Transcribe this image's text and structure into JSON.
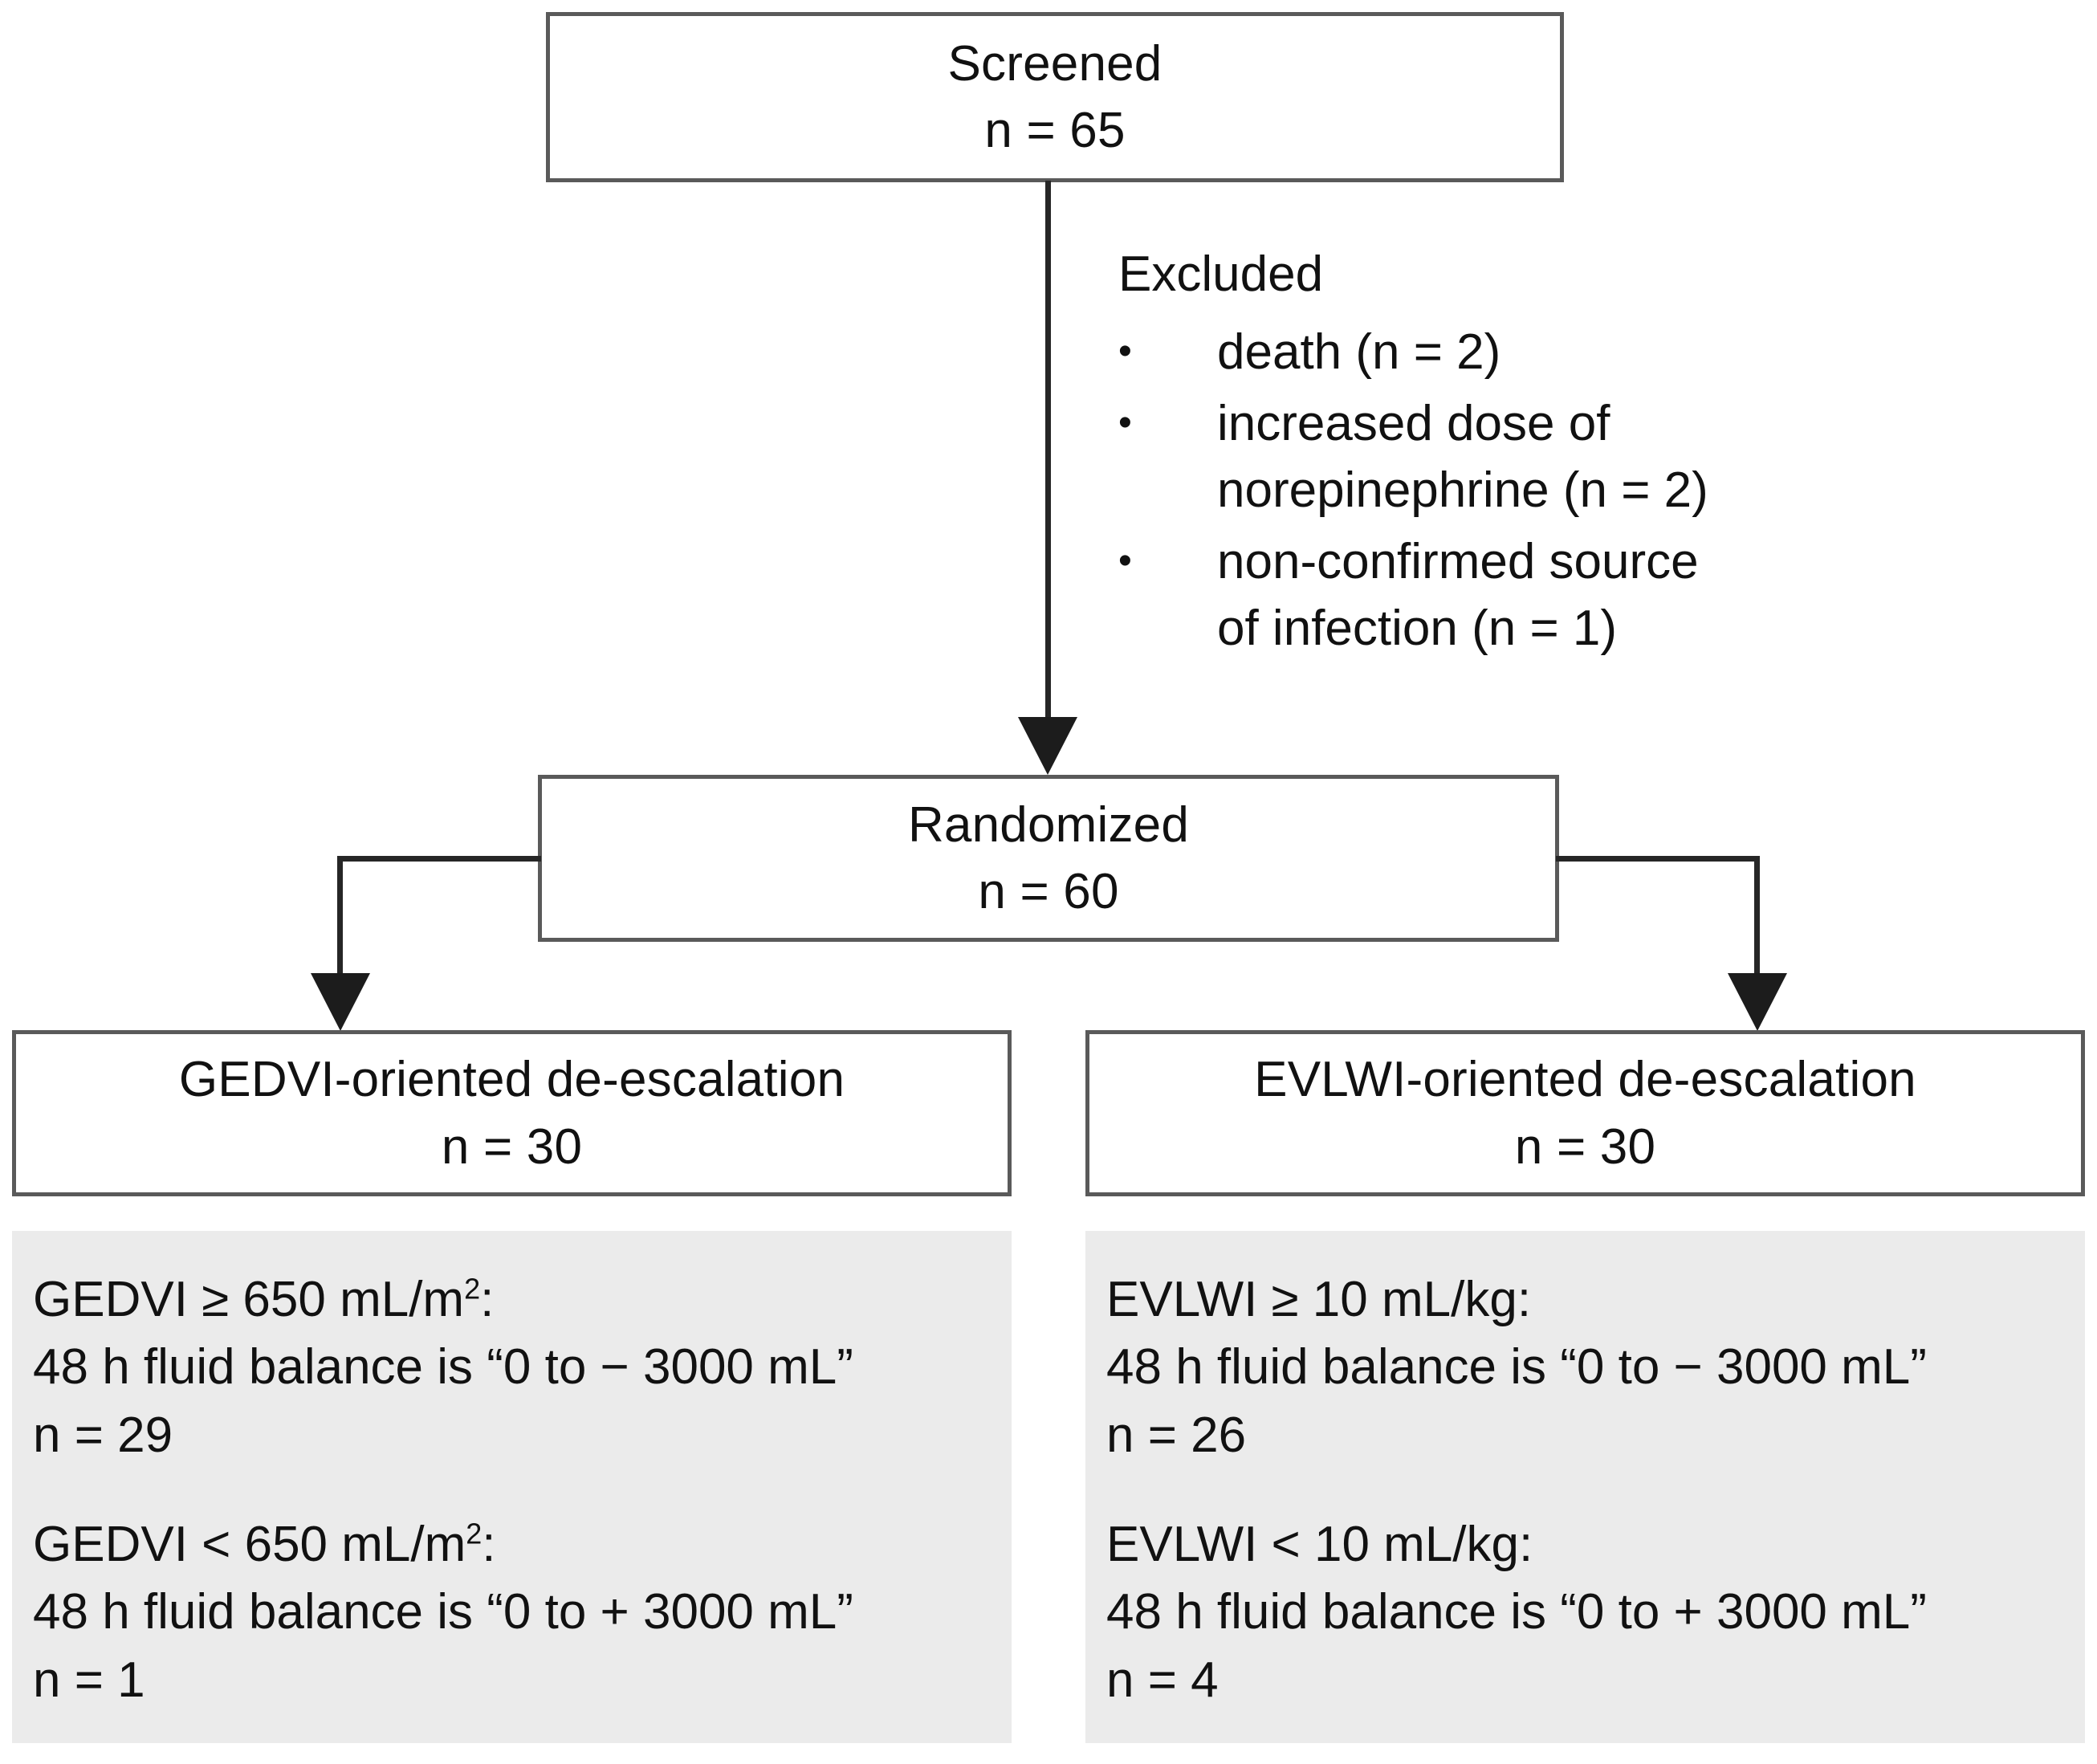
{
  "flow": {
    "screened": {
      "title": "Screened",
      "count": "n = 65"
    },
    "excluded": {
      "title": "Excluded",
      "bullet_glyph": "•",
      "items": [
        "death (n = 2)",
        "increased dose of\nnorepinephrine (n = 2)",
        "non-confirmed source\nof infection (n = 1)"
      ]
    },
    "randomized": {
      "title": "Randomized",
      "count": "n = 60"
    },
    "arms": [
      {
        "title": "GEDVI-oriented de-escalation",
        "count": "n = 30"
      },
      {
        "title": "EVLWI-oriented de-escalation",
        "count": "n = 30"
      }
    ],
    "details": [
      {
        "groups": [
          {
            "criterion_prefix": "GEDVI ≥ 650 mL/m",
            "criterion_sup": "2",
            "criterion_suffix": ":",
            "balance": "48 h fluid balance is “0 to − 3000 mL”",
            "count": "n = 29"
          },
          {
            "criterion_prefix": "GEDVI < 650 mL/m",
            "criterion_sup": "2",
            "criterion_suffix": ":",
            "balance": "48 h fluid balance is “0 to + 3000 mL”",
            "count": "n = 1"
          }
        ]
      },
      {
        "groups": [
          {
            "criterion_prefix": "EVLWI ≥ 10 mL/kg",
            "criterion_sup": "",
            "criterion_suffix": ":",
            "balance": "48 h fluid balance is “0 to − 3000 mL”",
            "count": "n = 26"
          },
          {
            "criterion_prefix": "EVLWI < 10 mL/kg",
            "criterion_sup": "",
            "criterion_suffix": ":",
            "balance": "48 h fluid balance is “0 to + 3000 mL”",
            "count": "n = 4"
          }
        ]
      }
    ]
  },
  "colors": {
    "box_border": "#5a5a5a",
    "connector": "#262626",
    "panel_background": "#ebebeb",
    "text": "#111111"
  }
}
